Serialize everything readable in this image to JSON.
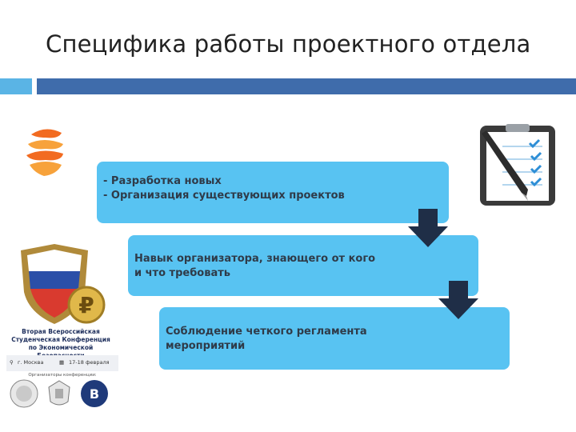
{
  "title": "Специфика работы проектного отдела",
  "boxes": [
    {
      "lines": [
        "- Разработка новых",
        "- Организация существующих проектов"
      ]
    },
    {
      "lines": [
        "Навык организатора, знающего от кого",
        "и что требовать"
      ]
    },
    {
      "lines": [
        "Соблюдение четкого регламента",
        "мероприятий"
      ]
    }
  ],
  "conference": {
    "lines": [
      "Вторая Всероссийская",
      "Студенческая Конференция",
      "по Экономической Безопасности"
    ],
    "city": "г. Москва",
    "dates": "17-18 февраля",
    "organizers": "Организаторы конференции:"
  },
  "colors": {
    "box": "#58c3f2",
    "arrow": "#1f2e47",
    "bar_left": "#5ab4e5",
    "bar_right": "#3f6cab"
  }
}
